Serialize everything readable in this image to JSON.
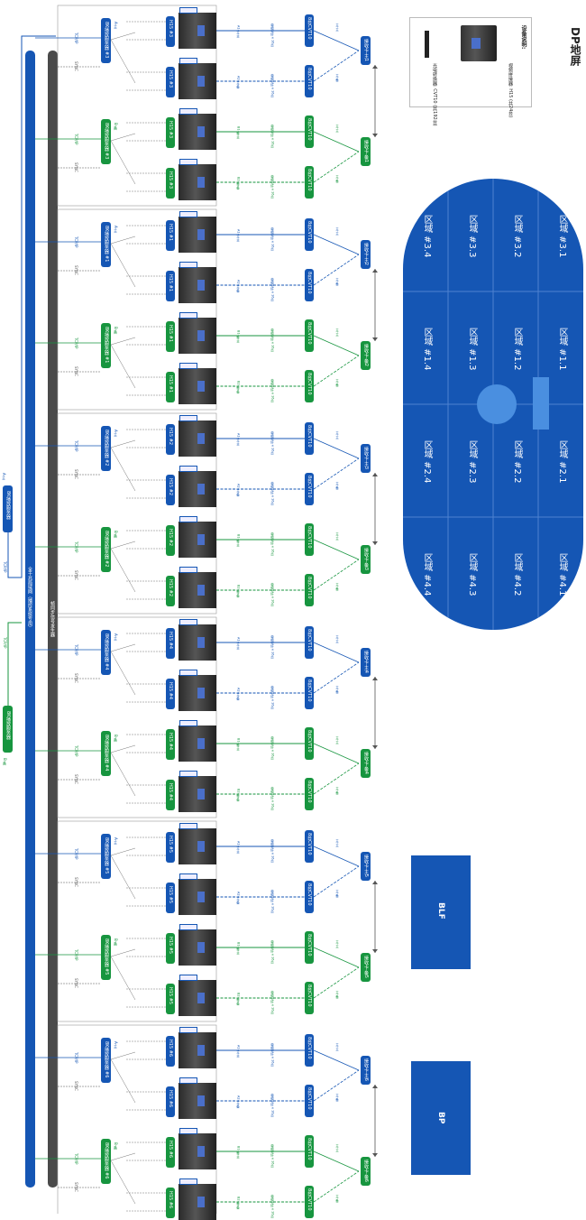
{
  "title": "DP地屏",
  "legend": {
    "heading": "设备说明:",
    "item1": "视频拼接器: H15\n(共24台)",
    "item2": "光电转换器: CVT10\n(共192台)"
  },
  "oval": {
    "zones": [
      "区域 #3.1",
      "区域 #3.2",
      "区域 #3.3",
      "区域 #3.4",
      "区域 #1.1",
      "区域 #1.2",
      "区域 #1.3",
      "区域 #1.4",
      "区域 #2.1",
      "区域 #2.2",
      "区域 #2.3",
      "区域 #2.4",
      "区域 #4.1",
      "区域 #4.2",
      "区域 #4.3",
      "区域 #4.4"
    ]
  },
  "blocks": {
    "blf": "BLF",
    "bp": "BP"
  },
  "bus": {
    "main": "全千兆局域网（播控系统专用）",
    "sync": "帧同步信号发生器"
  },
  "servers": {
    "a_label": "A-主",
    "b_label": "B-备",
    "name": "8K播放服务器",
    "main_tag": "A-主",
    "backup_tag": "B-备",
    "tcpip": "TCP/IP",
    "sync": "SYNC"
  },
  "groups": [
    {
      "server_a": "8K播放服务器 #3",
      "server_b": "8K播放服务器 #3",
      "h15": "H15 #3",
      "recv_main": "接收卡-主1",
      "recv_back": "接收卡-备1"
    },
    {
      "server_a": "8K播放服务器 #1",
      "server_b": "8K播放服务器 #1",
      "h15": "H15 #1",
      "recv_main": "接收卡-主2",
      "recv_back": "接收卡-备2"
    },
    {
      "server_a": "8K播放服务器 #2",
      "server_b": "8K播放服务器 #2",
      "h15": "H15 #2",
      "recv_main": "接收卡-主3",
      "recv_back": "接收卡-备3"
    },
    {
      "server_a": "8K播放服务器 #4",
      "server_b": "8K播放服务器 #4",
      "h15": "H15 #4",
      "recv_main": "接收卡-主4",
      "recv_back": "接收卡-备4"
    },
    {
      "server_a": "8K播放服务器 #5",
      "server_b": "8K播放服务器 #5",
      "h15": "H15 #5",
      "recv_main": "接收卡-主5",
      "recv_back": "接收卡-备5"
    },
    {
      "server_a": "8K播放服务器 #6",
      "server_b": "8K播放服务器 #6",
      "h15": "H15 #6",
      "recv_main": "接收卡-主6",
      "recv_back": "接收卡-备6"
    }
  ],
  "cvt": "8台CVT10",
  "fiber": "单模光纤×16芯",
  "left": {
    "server_a": "8K播放服务器",
    "server_b": "8K播放服务器",
    "a": "A-主",
    "b": "B-备",
    "tcpip": "TCP/IP"
  },
  "colors": {
    "blue": "#1556b4",
    "green": "#17953f",
    "dark": "#4a4a4a"
  }
}
